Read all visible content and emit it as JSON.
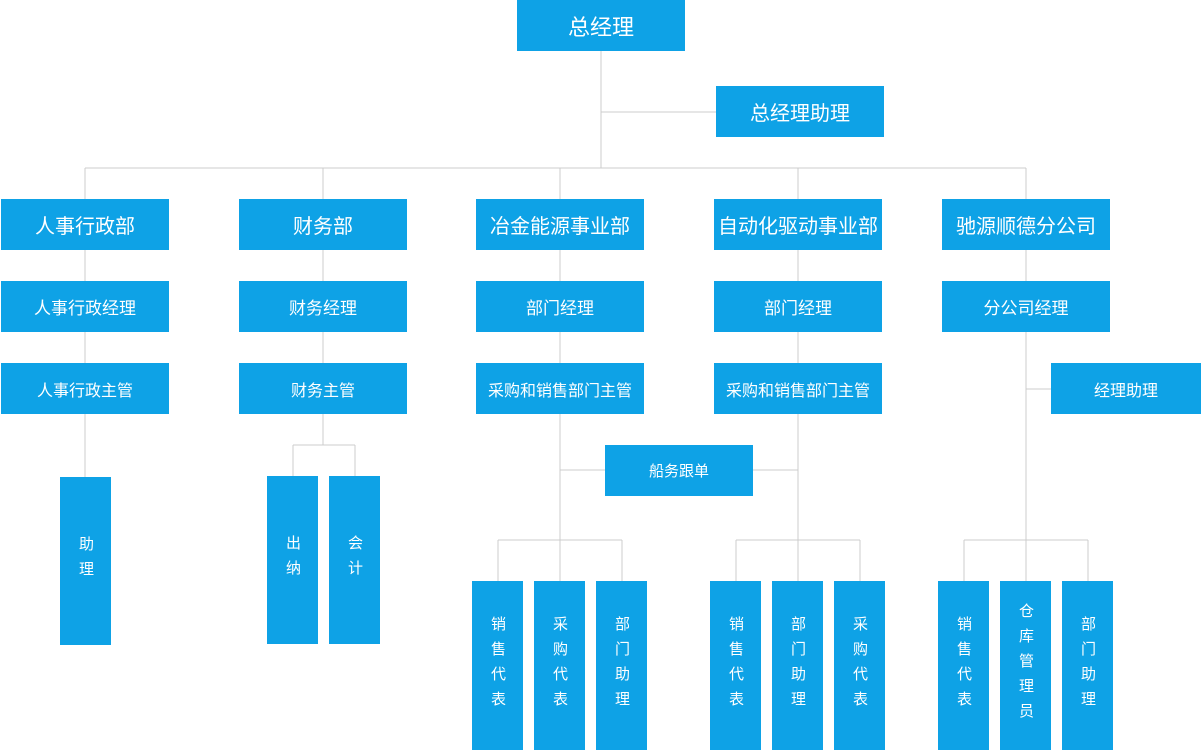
{
  "org": {
    "gm": "总经理",
    "gm_assistant": "总经理助理",
    "dept_hr": {
      "name": "人事行政部",
      "manager": "人事行政经理",
      "supervisor": "人事行政主管",
      "assistant": "助理"
    },
    "dept_finance": {
      "name": "财务部",
      "manager": "财务经理",
      "supervisor": "财务主管",
      "cashier": "出纳",
      "accountant": "会计"
    },
    "dept_metallurgy": {
      "name": "冶金能源事业部",
      "manager": "部门经理",
      "supervisor": "采购和销售部门主管",
      "sales_rep": "销售代表",
      "purchase_rep": "采购代表",
      "dept_assistant": "部门助理"
    },
    "shipping": "船务跟单",
    "dept_automation": {
      "name": "自动化驱动事业部",
      "manager": "部门经理",
      "supervisor": "采购和销售部门主管",
      "sales_rep": "销售代表",
      "dept_assistant": "部门助理",
      "purchase_rep": "采购代表"
    },
    "branch": {
      "name": "驰源顺德分公司",
      "manager": "分公司经理",
      "manager_assistant": "经理助理",
      "sales_rep": "销售代表",
      "warehouse": "仓库管理员",
      "dept_assistant": "部门助理"
    }
  },
  "colors": {
    "box": "#0ea2e6",
    "line": "#cccccc",
    "text": "#ffffff"
  }
}
